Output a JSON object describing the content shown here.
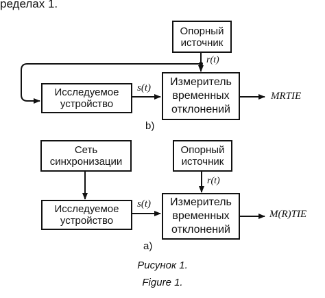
{
  "header_text": "ределах 1.",
  "diagram_b": {
    "ref_source": [
      "Опорный",
      "источник"
    ],
    "device": [
      "Исследуемое",
      "устройство"
    ],
    "meter": [
      "Измеритель",
      "временных",
      "отклонений"
    ],
    "signal_s": "s(t)",
    "signal_r": "r(t)",
    "output": "MRTIE",
    "label": "b)"
  },
  "diagram_a": {
    "sync_network": [
      "Сеть",
      "синхронизации"
    ],
    "ref_source": [
      "Опорный",
      "источник"
    ],
    "device": [
      "Исследуемое",
      "устройство"
    ],
    "meter": [
      "Измеритель",
      "временных",
      "отклонений"
    ],
    "signal_s": "s(t)",
    "signal_r": "r(t)",
    "output": "M(R)TIE",
    "label": "a)"
  },
  "caption_ru": "Рисунок 1.",
  "caption_en": "Figure 1."
}
